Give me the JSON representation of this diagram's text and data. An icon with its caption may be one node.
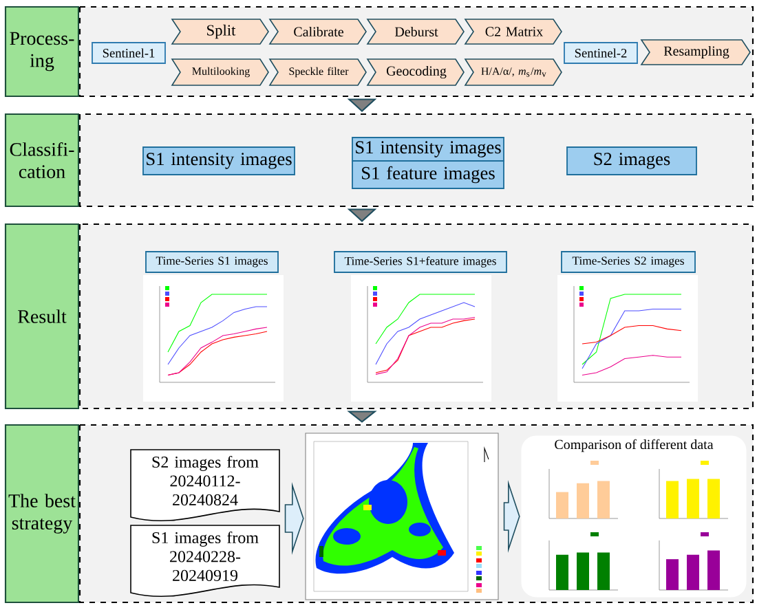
{
  "diagram": {
    "nodes": [
      {
        "text": [
          "Process-ing"
        ]
      },
      {
        "text": [],
        "shape": "box"
      },
      {
        "text": [
          "Sentinel-1"
        ],
        "in": 1
      },
      {
        "text": [
          "Split"
        ],
        "in": 1
      },
      {
        "text": [
          "Calibrate"
        ],
        "in": 1
      },
      {
        "text": [
          "Deburst"
        ],
        "in": 1
      },
      {
        "text": [
          "C2 Matrix"
        ],
        "in": 1
      },
      {
        "text": [
          "Multilooking"
        ],
        "in": 1
      },
      {
        "text": [
          "Speckle filter"
        ],
        "in": 1
      },
      {
        "text": [
          "Geocoding"
        ],
        "in": 1
      },
      {
        "text": [
          "H/A/α/, *m*$_{s}$/*m*$_{v}$"
        ],
        "in": 1
      },
      {
        "text": [
          "Sentinel-2"
        ],
        "in": 1
      },
      {
        "text": [
          "Resampling"
        ],
        "in": 1
      },
      {
        "text": [
          "Classifi-cation"
        ]
      },
      {
        "text": [],
        "shape": "box"
      },
      {
        "text": [
          "S1 intensity images"
        ],
        "in": 14
      },
      {
        "text": [
          "S1 intensity images"
        ],
        "in": 14
      },
      {
        "text": [
          "S1 feature images"
        ],
        "in": 14
      },
      {
        "text": [
          "S2 images"
        ],
        "in": 14
      },
      {
        "text": [
          "Result"
        ]
      },
      {
        "text": [],
        "shape": "box"
      },
      {
        "text": [
          "Time-Series S1 images"
        ],
        "in": 20
      },
      {
        "text": [
          "Time-Series S1+feature images"
        ],
        "in": 20
      },
      {
        "text": [
          "Time-Series S2 images"
        ],
        "in": 20
      },
      {
        "text": [],
        "shape": "picture",
        "in": 20
      },
      {
        "text": [],
        "shape": "picture",
        "in": 20
      },
      {
        "text": [],
        "shape": "picture",
        "in": 20
      },
      {
        "text": [
          "The best strategy"
        ]
      },
      {
        "text": [],
        "shape": "box"
      },
      {
        "text": [
          "S2 images from 20240112-20240824"
        ],
        "in": 28
      },
      {
        "text": [
          "S1 images from 20240228-20240919"
        ],
        "in": 28
      },
      {
        "text": [],
        "shape": "picture",
        "in": 28
      },
      {
        "text": [
          "Comparison of different data"
        ],
        "in": 28
      }
    ],
    "edges": [
      {
        "from": 1,
        "to": 14,
        "arrow": "to"
      },
      {
        "from": 14,
        "to": 20,
        "arrow": "to"
      },
      {
        "from": 20,
        "to": 28,
        "arrow": "to"
      },
      {
        "from": 29,
        "to": 31,
        "arrow": "to"
      },
      {
        "from": 30,
        "to": 31,
        "arrow": "to"
      },
      {
        "from": 31,
        "to": 32,
        "arrow": "to"
      }
    ]
  }
}
